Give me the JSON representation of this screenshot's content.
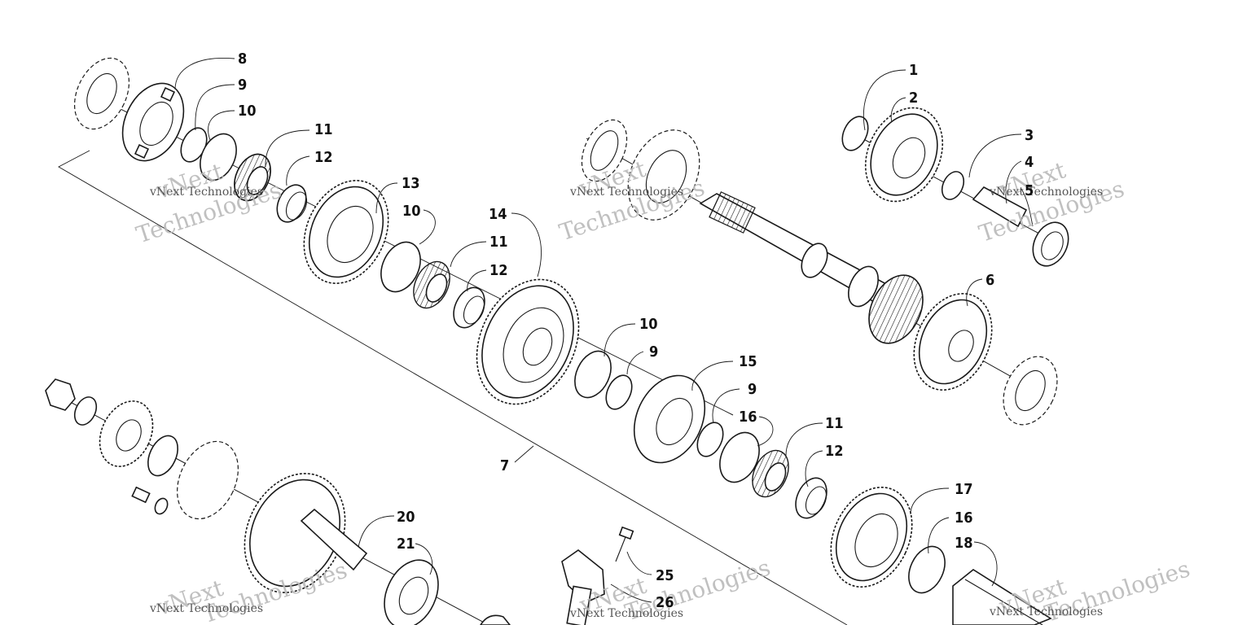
{
  "callouts": {
    "c1": "1",
    "c2": "2",
    "c3": "3",
    "c4": "4",
    "c5": "5",
    "c6": "6",
    "c7": "7",
    "c8": "8",
    "c9a": "9",
    "c9b": "9",
    "c9c": "9",
    "c10a": "10",
    "c10b": "10",
    "c10c": "10",
    "c11a": "11",
    "c11b": "11",
    "c11c": "11",
    "c12a": "12",
    "c12b": "12",
    "c12c": "12",
    "c13": "13",
    "c14": "14",
    "c15": "15",
    "c16a": "16",
    "c16b": "16",
    "c17": "17",
    "c18": "18",
    "c20": "20",
    "c21": "21",
    "c25": "25",
    "c26": "26"
  },
  "watermark": {
    "line1": "vNext",
    "line2": "Technologies",
    "full": "vNext Technologies"
  },
  "colors": {
    "ink": "#1a1a1a",
    "watermark": "#b9b9b9",
    "background": "#ffffff"
  }
}
